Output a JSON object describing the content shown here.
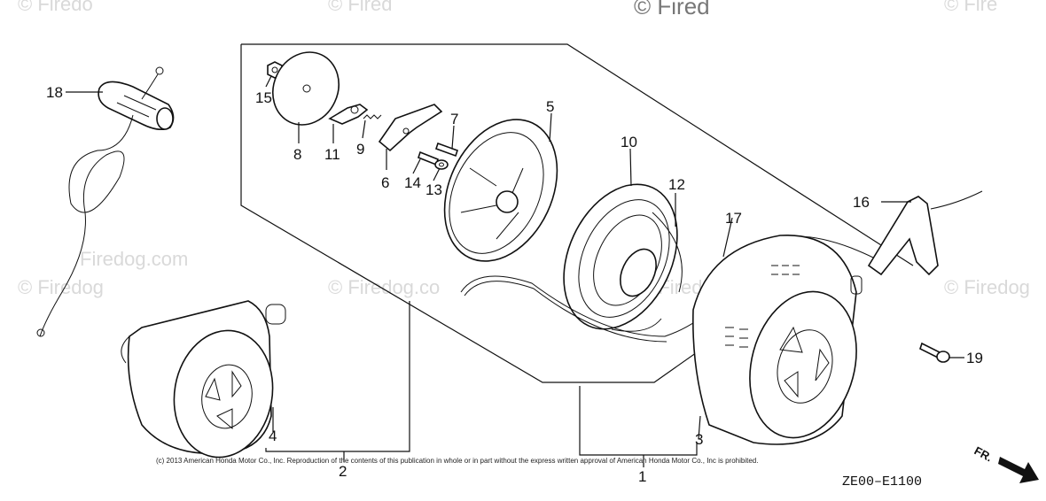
{
  "watermarks": {
    "top_left": "© Firedo",
    "top_mid": "© Fired",
    "top_right_large": "© Fired",
    "top_far_right": "© Fire",
    "mid_left": "© Firedog",
    "mid_left2": "Firedog.com",
    "mid_center": "© Firedog.co",
    "mid_right": "© Firedog.",
    "far_right": "© Firedog"
  },
  "copyright": "(c) 2013 American Honda Motor Co., Inc. Reproduction of the contents of this publication in whole or in part without the express written approval of American Honda Motor Co., Inc is prohibited.",
  "diagram_code": "ZE00–E1100",
  "direction_label": "FR.",
  "callouts": {
    "c1": "1",
    "c2": "2",
    "c3": "3",
    "c4": "4",
    "c5": "5",
    "c6": "6",
    "c7": "7",
    "c8": "8",
    "c9": "9",
    "c10": "10",
    "c11": "11",
    "c12": "12",
    "c13": "13",
    "c14": "14",
    "c15": "15",
    "c16": "16",
    "c17": "17",
    "c18": "18",
    "c19": "19"
  }
}
